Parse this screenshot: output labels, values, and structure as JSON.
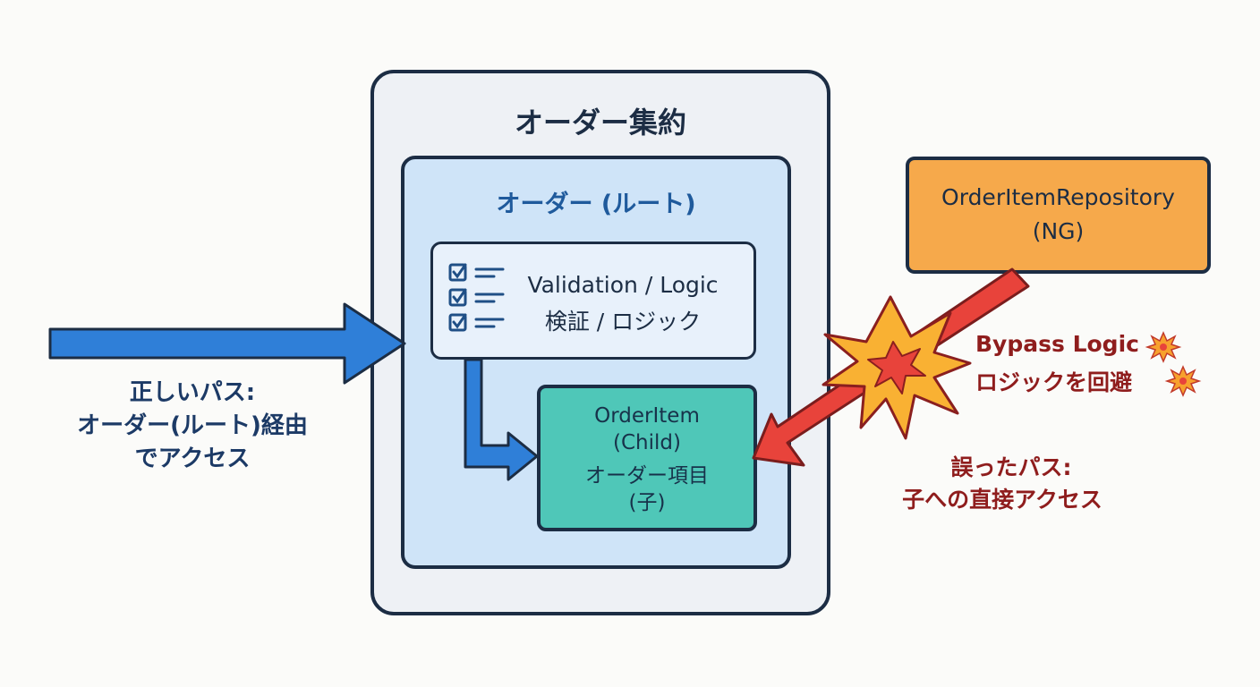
{
  "aggregate": {
    "title": "オーダー集約"
  },
  "root": {
    "title": "オーダー (ルート)"
  },
  "logic": {
    "line1": "Validation / Logic",
    "line2": "検証 / ロジック"
  },
  "child": {
    "line1": "OrderItem",
    "line2": "(Child)",
    "line3": "オーダー項目",
    "line4": "(子)"
  },
  "repository": {
    "line1": "OrderItemRepository",
    "line2": "(NG)"
  },
  "correct_path": {
    "line1": "正しいパス:",
    "line2": "オーダー(ルート)経由",
    "line3": "でアクセス"
  },
  "bypass": {
    "line1": "Bypass Logic",
    "line2": "ロジックを回避"
  },
  "wrong_path": {
    "line1": "誤ったパス:",
    "line2": "子への直接アクセス"
  },
  "colors": {
    "outline": "#1c2d44",
    "aggregate_fill": "#eef1f5",
    "root_fill": "#cfe4f8",
    "child_fill": "#4fc7b8",
    "repository_fill": "#f6a94b",
    "correct_arrow": "#2f7fd8",
    "wrong_arrow": "#e8433b",
    "wrong_text": "#8f1d1d"
  },
  "icons": [
    "checklist-icon",
    "explosion-icon"
  ]
}
